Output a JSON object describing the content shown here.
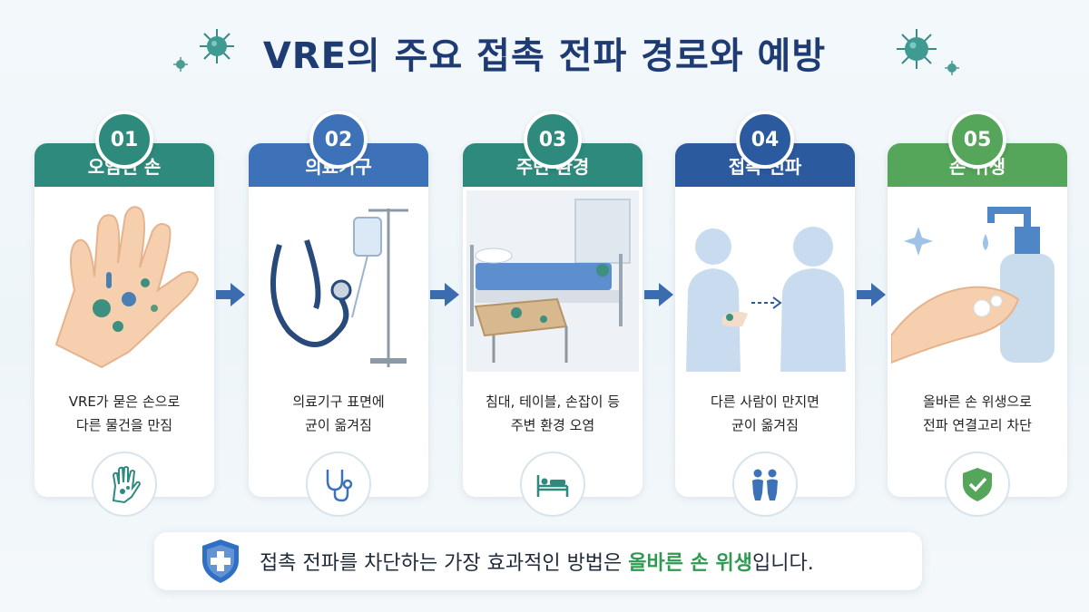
{
  "title": "VRE의 주요 접촉 전파 경로와 예방",
  "colors": {
    "title": "#1f3b73",
    "teal": "#2e8a7c",
    "blue": "#3d72b8",
    "navy": "#2c5a9e",
    "green": "#55a65a",
    "arrow": "#3b6cb0",
    "highlight": "#2f9a52"
  },
  "steps": [
    {
      "number": "01",
      "label": "오염된 손",
      "desc_line1": "VRE가 묻은 손으로",
      "desc_line2": "다른 물건을 만짐",
      "icon": "contaminated-hand-icon"
    },
    {
      "number": "02",
      "label": "의료기구",
      "desc_line1": "의료기구 표면에",
      "desc_line2": "균이 옮겨짐",
      "icon": "stethoscope-icon"
    },
    {
      "number": "03",
      "label": "주변 환경",
      "desc_line1": "침대, 테이블, 손잡이 등",
      "desc_line2": "주변 환경 오염",
      "icon": "bed-icon"
    },
    {
      "number": "04",
      "label": "접촉 전파",
      "desc_line1": "다른 사람이 만지면",
      "desc_line2": "균이 옮겨짐",
      "icon": "people-icon"
    },
    {
      "number": "05",
      "label": "손 위생",
      "desc_line1": "올바른 손 위생으로",
      "desc_line2": "전파 연결고리 차단",
      "icon": "shield-check-icon"
    }
  ],
  "footer": {
    "text_before": "접촉 전파를 차단하는 가장 효과적인 방법은 ",
    "highlight": "올바른 손 위생",
    "text_after": "입니다.",
    "icon": "medical-shield-icon"
  }
}
